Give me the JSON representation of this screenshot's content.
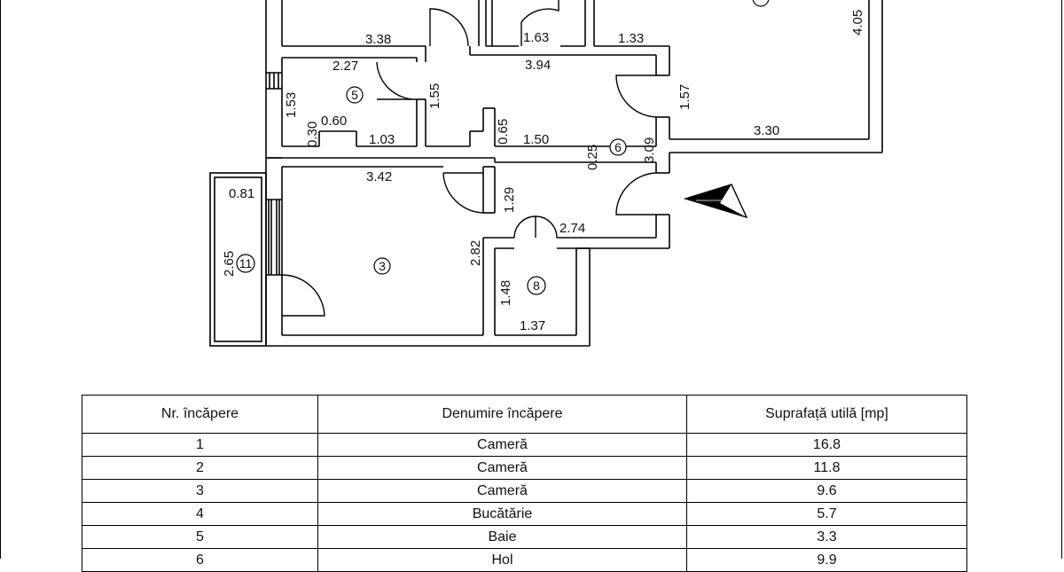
{
  "floor_plan": {
    "dimensions": {
      "d_3_38": "3.38",
      "d_1_63": "1.63",
      "d_1_33": "1.33",
      "d_4_05": "4.05",
      "d_2_27": "2.27",
      "d_3_94": "3.94",
      "d_1_53": "1.53",
      "d_1_55": "1.55",
      "d_1_57": "1.57",
      "d_0_30": "0.30",
      "d_0_60": "0.60",
      "d_1_03": "1.03",
      "d_0_65": "0.65",
      "d_1_50": "1.50",
      "d_0_25": "0.25",
      "d_3_09": "3.09",
      "d_3_30": "3.30",
      "d_3_42": "3.42",
      "d_0_81": "0.81",
      "d_1_29": "1.29",
      "d_2_74": "2.74",
      "d_2_82": "2.82",
      "d_2_65": "2.65",
      "d_1_48": "1.48",
      "d_1_37": "1.37"
    },
    "room_labels": {
      "r3": "3",
      "r5": "5",
      "r6": "6",
      "r8": "8",
      "r11": "11"
    },
    "icons": [
      "north-arrow-icon"
    ]
  },
  "table": {
    "headers": [
      "Nr. încăpere",
      "Denumire încăpere",
      "Suprafață utilă  [mp]"
    ],
    "rows": [
      {
        "nr": "1",
        "name": "Cameră",
        "area": "16.8"
      },
      {
        "nr": "2",
        "name": "Cameră",
        "area": "11.8"
      },
      {
        "nr": "3",
        "name": "Cameră",
        "area": "9.6"
      },
      {
        "nr": "4",
        "name": "Bucătărie",
        "area": "5.7"
      },
      {
        "nr": "5",
        "name": "Baie",
        "area": "3.3"
      },
      {
        "nr": "6",
        "name": "Hol",
        "area": "9.9"
      }
    ]
  }
}
